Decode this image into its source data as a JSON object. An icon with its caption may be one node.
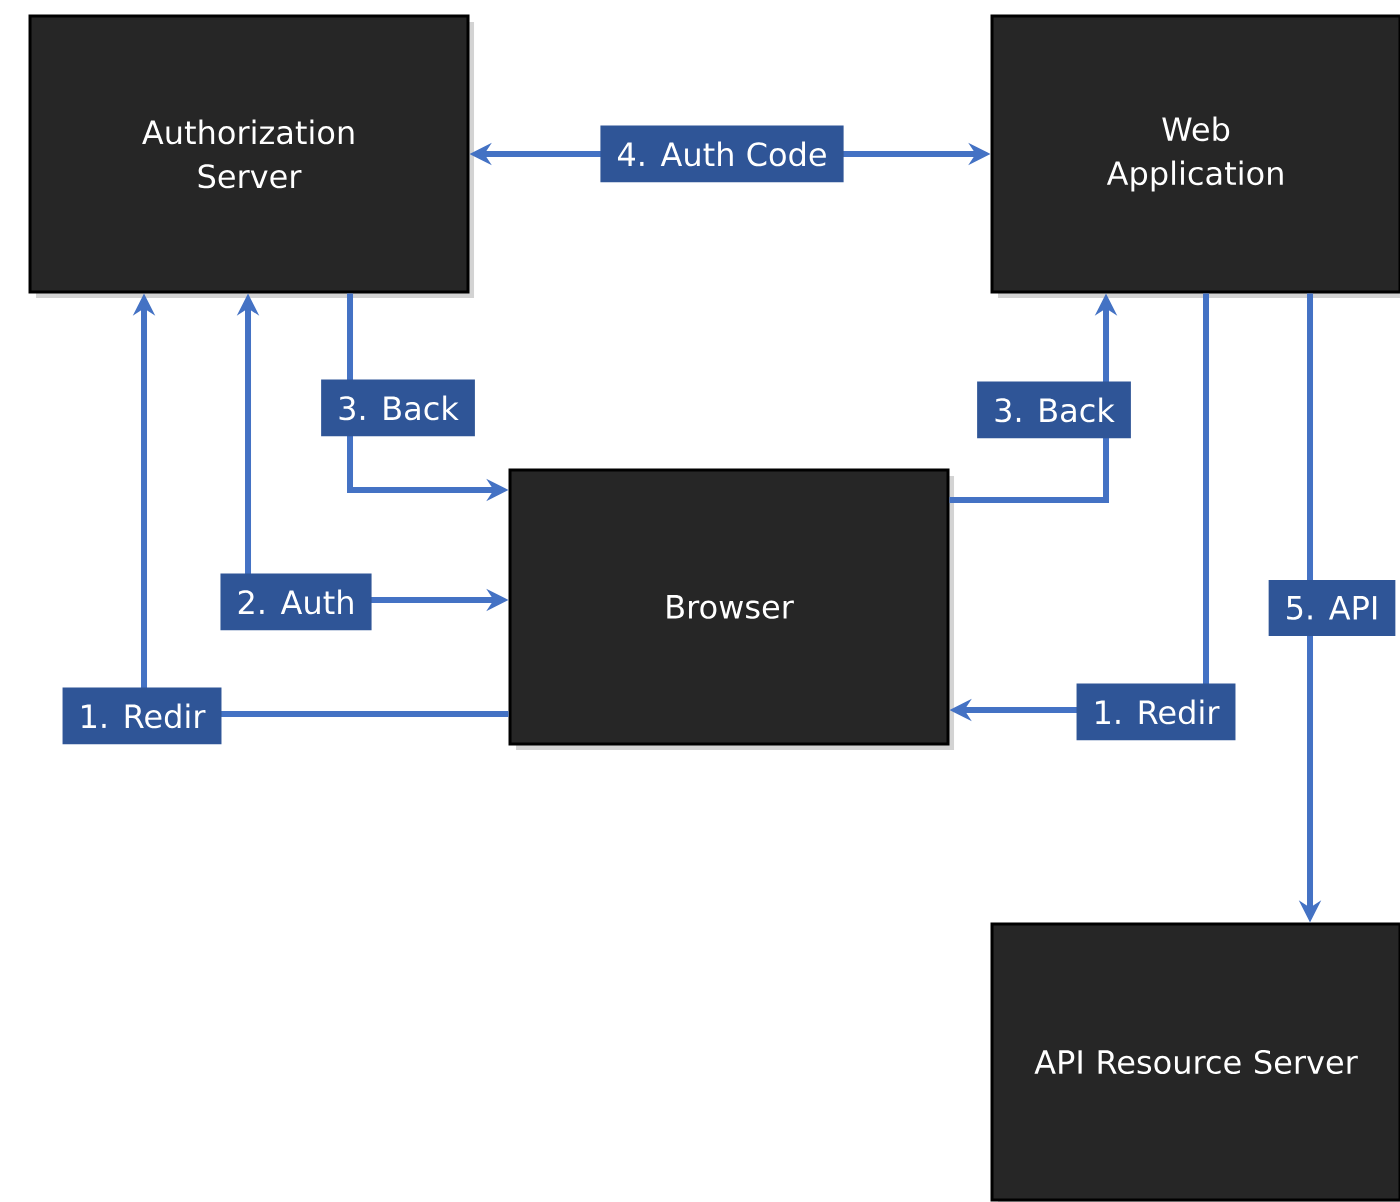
{
  "diagram": {
    "nodes": [
      {
        "text": [
          "Authorization Server"
        ]
      },
      {
        "text": [
          "Web Application"
        ]
      },
      {
        "text": [
          "Browser"
        ]
      },
      {
        "text": [
          "API Resource Server"
        ]
      }
    ],
    "edges": [
      {
        "from": 0,
        "to": 1,
        "arrow": "both",
        "label": "4. Auth Code"
      },
      {
        "from": 2,
        "to": 0,
        "arrow": "to",
        "label": "1. Redir"
      },
      {
        "from": 0,
        "to": 2,
        "arrow": "both",
        "label": "2. Auth"
      },
      {
        "from": 0,
        "to": 2,
        "arrow": "to",
        "label": "3. Back"
      },
      {
        "from": 2,
        "to": 1,
        "arrow": "to",
        "label": "3. Back"
      },
      {
        "from": 1,
        "to": 2,
        "arrow": "to",
        "label": "1. Redir"
      },
      {
        "from": 1,
        "to": 3,
        "arrow": "to",
        "label": "5. API"
      }
    ]
  }
}
